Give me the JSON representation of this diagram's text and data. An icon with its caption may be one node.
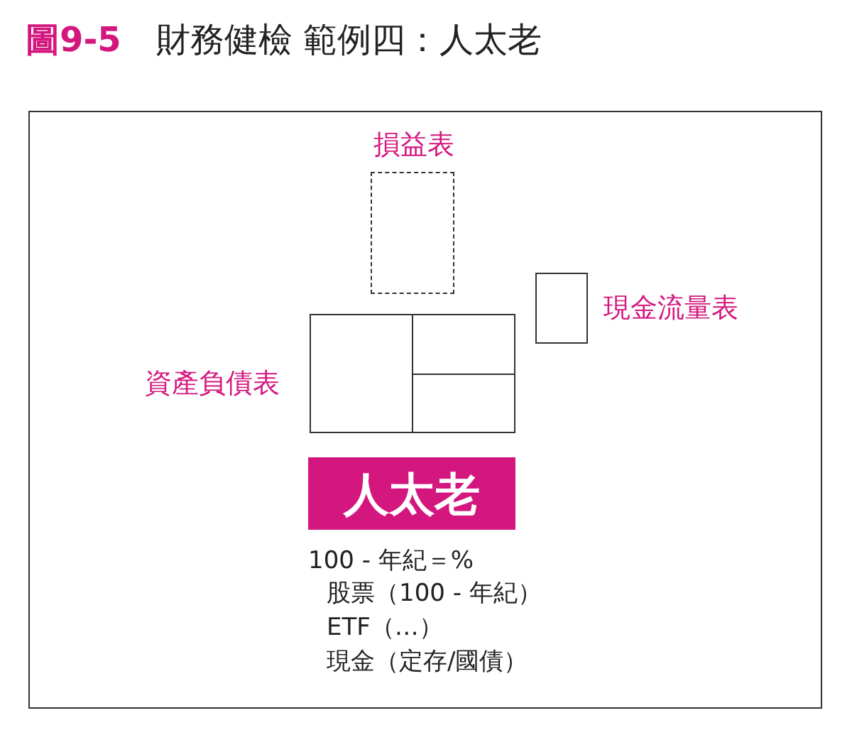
{
  "diagram": {
    "title": "財務健檢 範例四：人太老",
    "nodes": [
      {
        "text": [
          "損益表"
        ]
      },
      {
        "text": [
          "現金流量表"
        ]
      },
      {
        "text": [
          "資產負債表"
        ]
      },
      {
        "text": [
          "人太老"
        ]
      }
    ],
    "labels": [
      "圖9-5",
      "100 - 年紀＝%",
      "股票（100 - 年紀）",
      "ETF（…）",
      "現金（定存/國債）"
    ]
  }
}
